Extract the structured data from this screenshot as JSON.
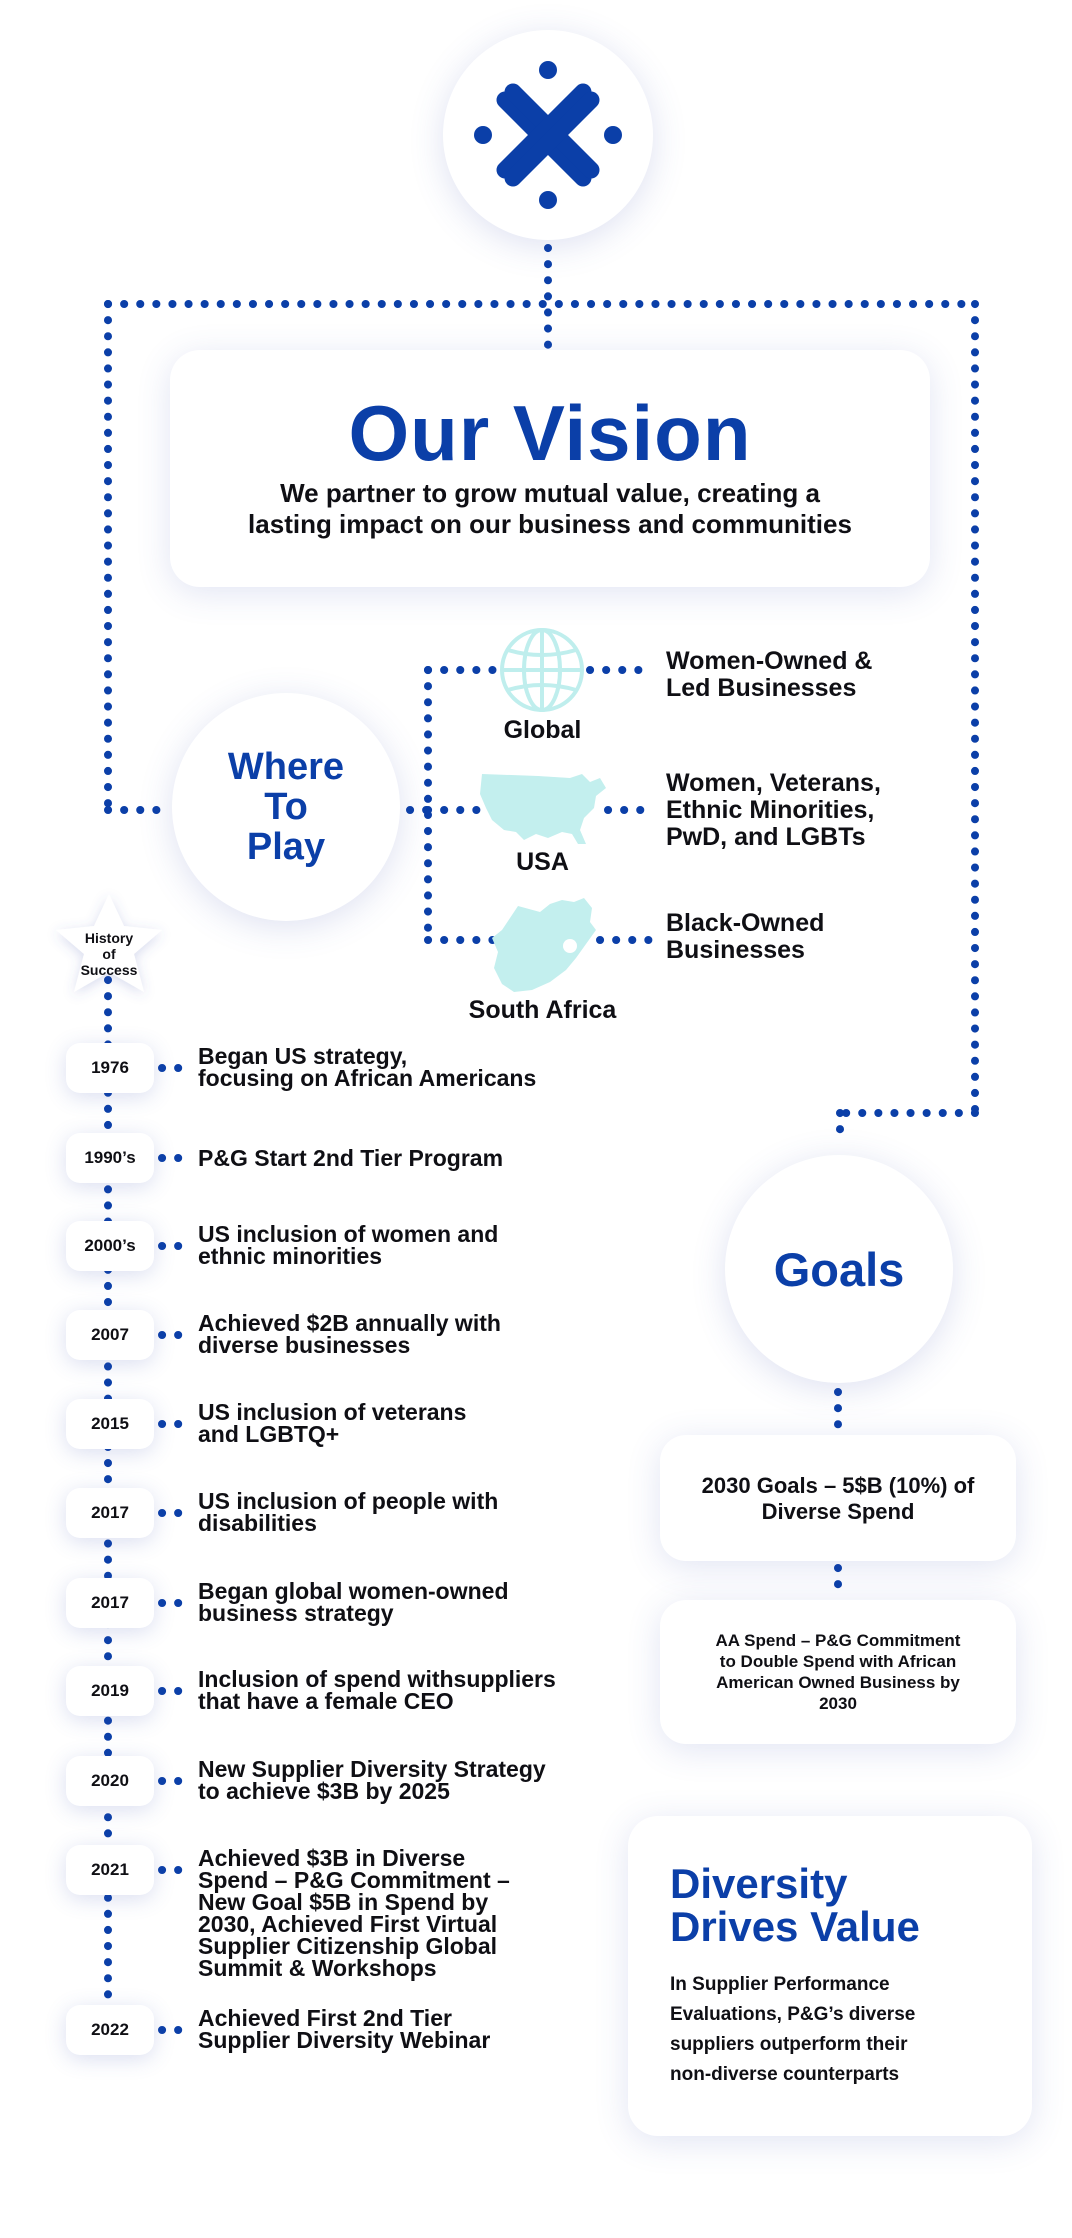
{
  "logo": {
    "icon": "cross-x-logo-icon",
    "color": "#0b3fa8"
  },
  "vision": {
    "title": "Our Vision",
    "subtitle_line1": "We partner to grow mutual value, creating a",
    "subtitle_line2": "lasting impact on our business and communities"
  },
  "where_to_play": {
    "line1": "Where",
    "line2": "To",
    "line3": "Play",
    "regions": [
      {
        "label": "Global",
        "icon": "globe-icon",
        "segment_line1": "Women-Owned &",
        "segment_line2": "Led Businesses"
      },
      {
        "label": "USA",
        "icon": "usa-map-icon",
        "segment_line1": "Women, Veterans,",
        "segment_line2": "Ethnic Minorities,",
        "segment_line3": "PwD, and LGBTs"
      },
      {
        "label": "South Africa",
        "icon": "south-africa-map-icon",
        "segment_line1": "Black-Owned",
        "segment_line2": "Businesses"
      }
    ]
  },
  "history": {
    "badge_line1": "History",
    "badge_line2": "of",
    "badge_line3": "Success",
    "events": [
      {
        "year": "1976",
        "line1": "Began US strategy,",
        "line2": "focusing on African Americans"
      },
      {
        "year": "1990’s",
        "line1": "P&G Start 2nd Tier Program"
      },
      {
        "year": "2000’s",
        "line1": "US inclusion of women and",
        "line2": "ethnic minorities"
      },
      {
        "year": "2007",
        "line1": "Achieved $2B annually with",
        "line2": "diverse businesses"
      },
      {
        "year": "2015",
        "line1": "US inclusion of veterans",
        "line2": "and LGBTQ+"
      },
      {
        "year": "2017",
        "line1": "US inclusion of people with",
        "line2": "disabilities"
      },
      {
        "year": "2017",
        "line1": "Began global women-owned",
        "line2": "business strategy"
      },
      {
        "year": "2019",
        "line1": "Inclusion of spend withsuppliers",
        "line2": "that have a female CEO"
      },
      {
        "year": "2020",
        "line1": "New Supplier Diversity Strategy",
        "line2": "to achieve $3B by 2025"
      },
      {
        "year": "2021",
        "line1": "Achieved $3B in Diverse",
        "line2": "Spend – P&G Commitment –",
        "line3": "New Goal $5B in Spend by",
        "line4": "2030, Achieved First Virtual",
        "line5": "Supplier Citizenship Global",
        "line6": "Summit & Workshops"
      },
      {
        "year": "2022",
        "line1": "Achieved First 2nd Tier",
        "line2": "Supplier Diversity Webinar"
      }
    ]
  },
  "goals": {
    "title": "Goals",
    "card1_line1": "2030 Goals – 5$B (10%) of",
    "card1_line2": "Diverse Spend",
    "card2_line1": "AA Spend – P&G Commitment",
    "card2_line2": "to Double Spend with African",
    "card2_line3": "American Owned Business by",
    "card2_line4": "2030"
  },
  "diversity": {
    "title_line1": "Diversity",
    "title_line2": "Drives Value",
    "body_line1": "In Supplier Performance",
    "body_line2": "Evaluations, P&G’s diverse",
    "body_line3": "suppliers outperform their",
    "body_line4": "non-diverse counterparts"
  },
  "colors": {
    "accent": "#0b3fa8",
    "dots": "#0b3fa8",
    "map_fill": "#c3efee",
    "text": "#0f0f14"
  }
}
